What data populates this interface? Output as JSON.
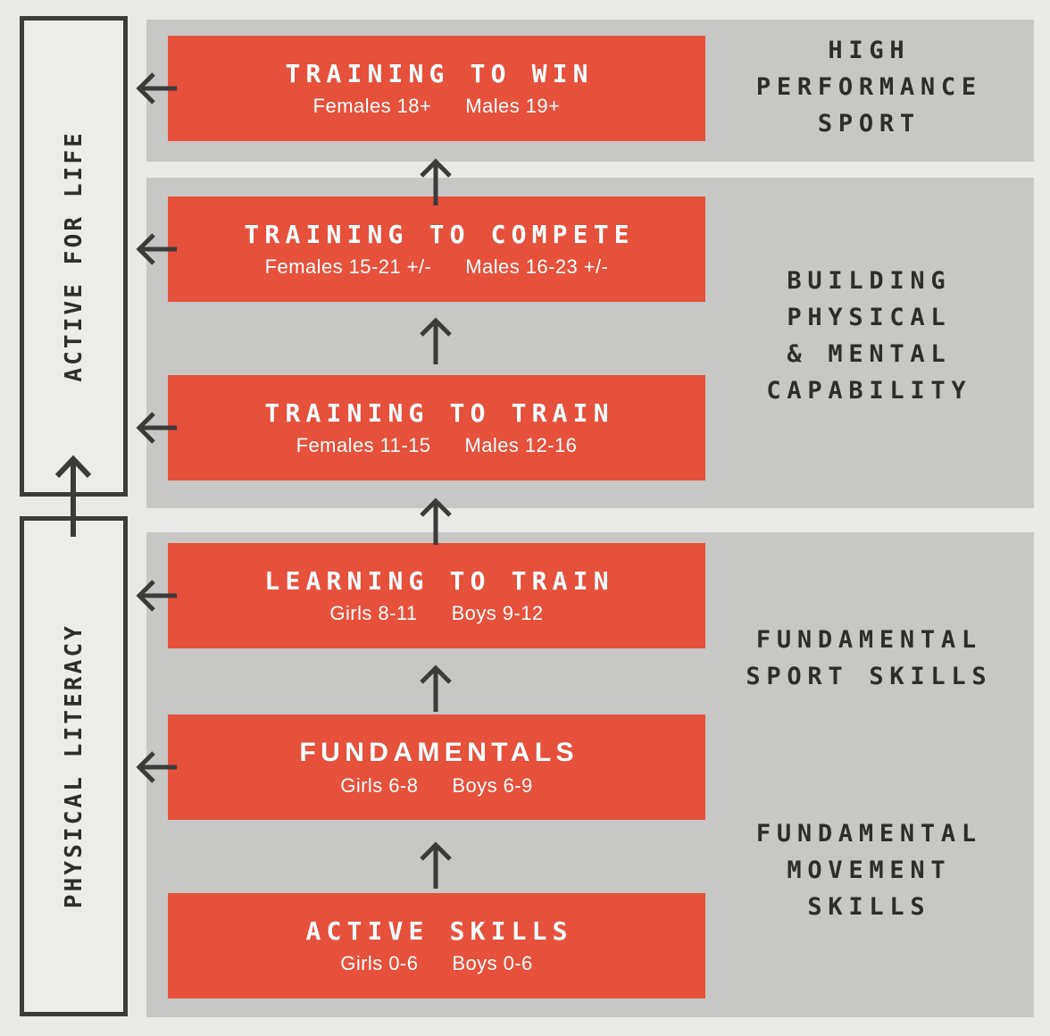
{
  "palette": {
    "background": "#E9E9E7",
    "band": "#C7C7C5",
    "accent": "#E5513B",
    "dark": "#3B3B39",
    "label": "#2D2D2B",
    "white": "#FFFFFF",
    "box_fill": "#ECECEA"
  },
  "left_column": {
    "top_box": {
      "label": "ACTIVE FOR LIFE"
    },
    "bottom_box": {
      "label": "PHYSICAL LITERACY"
    }
  },
  "stages": [
    {
      "title": "TRAINING TO WIN",
      "female": "Females 18+",
      "male": "Males 19+"
    },
    {
      "title": "TRAINING TO COMPETE",
      "female": "Females 15-21 +/-",
      "male": "Males 16-23 +/-"
    },
    {
      "title": "TRAINING TO TRAIN",
      "female": "Females 11-15",
      "male": "Males 12-16"
    },
    {
      "title": "LEARNING TO TRAIN",
      "female": "Girls 8-11",
      "male": "Boys 9-12"
    },
    {
      "title": "FUNDAMENTALS",
      "female": "Girls 6-8",
      "male": "Boys 6-9"
    },
    {
      "title": "ACTIVE SKILLS",
      "female": "Girls 0-6",
      "male": "Boys 0-6"
    }
  ],
  "band_labels": [
    {
      "lines": [
        "HIGH",
        "PERFORMANCE",
        "SPORT"
      ]
    },
    {
      "lines": [
        "BUILDING",
        "PHYSICAL",
        "& MENTAL",
        "CAPABILITY"
      ]
    },
    {
      "lines": [
        "FUNDAMENTAL",
        "SPORT SKILLS"
      ]
    },
    {
      "lines": [
        "FUNDAMENTAL",
        "MOVEMENT",
        "SKILLS"
      ]
    }
  ],
  "icons": {
    "up_arrow": "upward flow arrow",
    "left_arrow": "leftward flow arrow"
  }
}
